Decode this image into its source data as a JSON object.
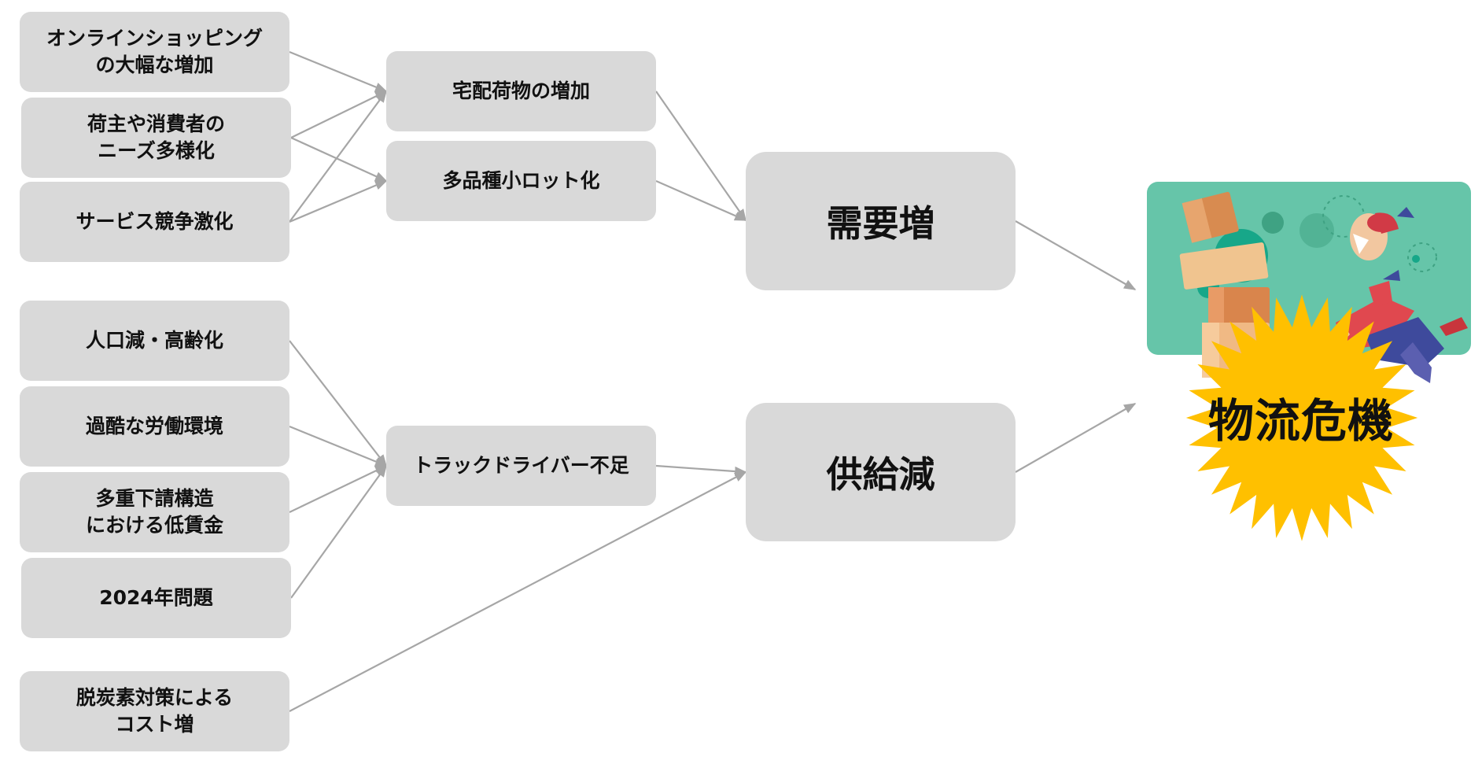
{
  "causes_demand": [
    {
      "id": "online",
      "label": "オンラインショッピング\nの大幅な増加"
    },
    {
      "id": "needs",
      "label": "荷主や消費者の\nニーズ多様化"
    },
    {
      "id": "competition",
      "label": "サービス競争激化"
    }
  ],
  "causes_supply": [
    {
      "id": "population",
      "label": "人口減・高齢化"
    },
    {
      "id": "labor",
      "label": "過酷な労働環境"
    },
    {
      "id": "subcontract",
      "label": "多重下請構造\nにおける低賃金"
    },
    {
      "id": "y2024",
      "label": "2024年問題"
    },
    {
      "id": "decarbon",
      "label": "脱炭素対策による\nコスト増"
    }
  ],
  "intermediate": [
    {
      "id": "parcels",
      "label": "宅配荷物の増加"
    },
    {
      "id": "variety",
      "label": "多品種小ロット化"
    },
    {
      "id": "drivers",
      "label": "トラックドライバー不足"
    }
  ],
  "effects": [
    {
      "id": "demand",
      "label": "需要増"
    },
    {
      "id": "supply",
      "label": "供給減"
    }
  ],
  "outcome": {
    "label": "物流危機"
  },
  "illustration": {
    "subject": "delivery-worker-dropping-boxes",
    "panel_color": "#66c5a9",
    "burst_color": "#ffc000"
  },
  "colors": {
    "box": "#d9d9d9",
    "arrow": "#a6a6a6",
    "text": "#111111"
  },
  "connections": [
    [
      "online",
      "parcels"
    ],
    [
      "needs",
      "parcels"
    ],
    [
      "needs",
      "variety"
    ],
    [
      "competition",
      "parcels"
    ],
    [
      "competition",
      "variety"
    ],
    [
      "parcels",
      "demand"
    ],
    [
      "variety",
      "demand"
    ],
    [
      "population",
      "drivers"
    ],
    [
      "labor",
      "drivers"
    ],
    [
      "subcontract",
      "drivers"
    ],
    [
      "y2024",
      "drivers"
    ],
    [
      "drivers",
      "supply"
    ],
    [
      "decarbon",
      "supply"
    ],
    [
      "demand",
      "outcome"
    ],
    [
      "supply",
      "outcome"
    ]
  ]
}
